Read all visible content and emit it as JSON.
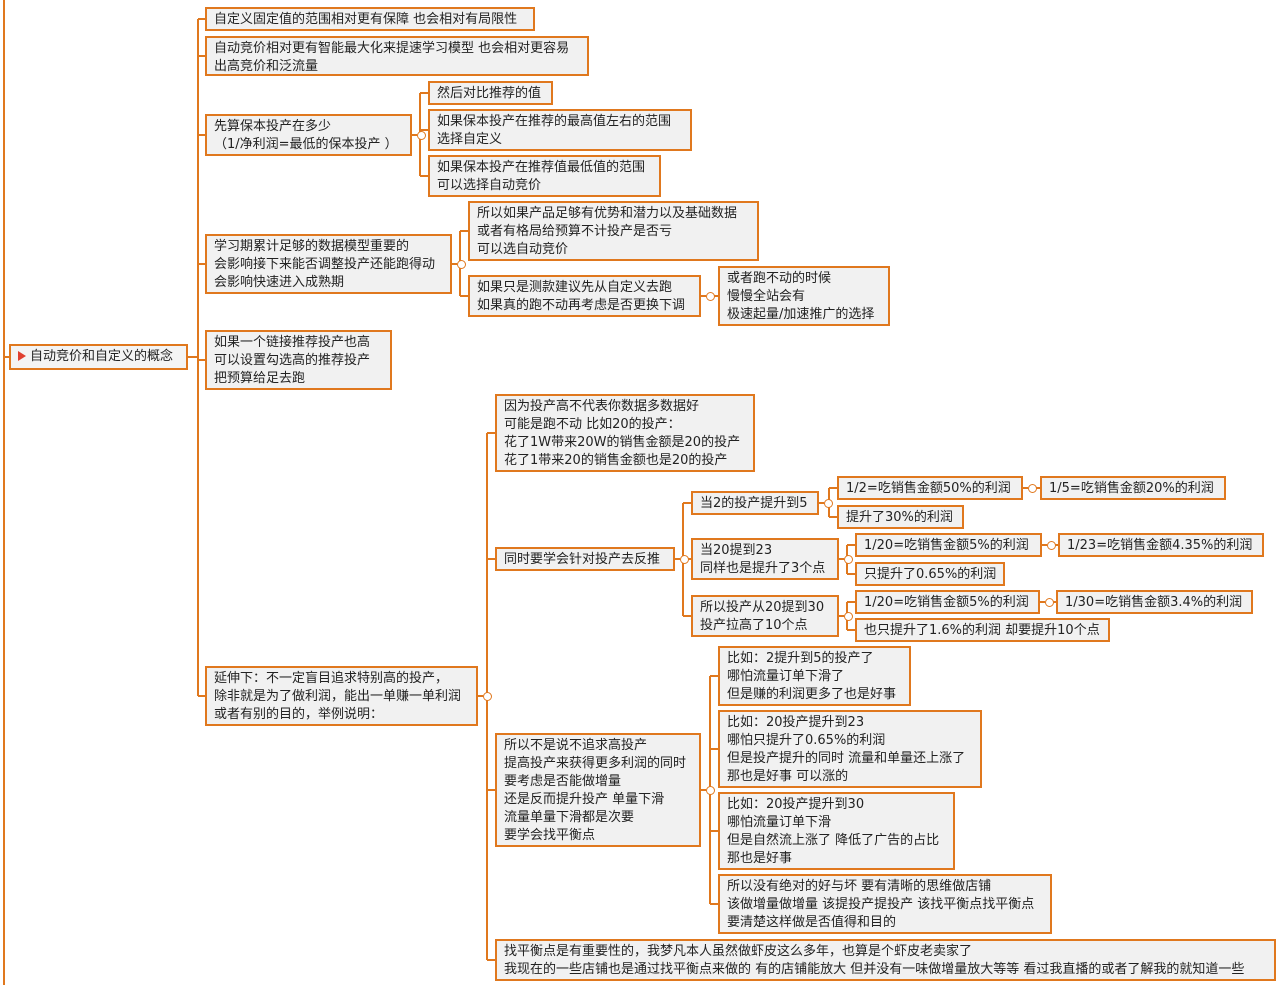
{
  "root": {
    "label": "自动竞价和自定义的概念",
    "icon": "flag-icon",
    "flag_color": "#e04030"
  },
  "branch_color": "#e0781e",
  "nodes": {
    "a1": [
      "自定义固定值的范围相对更有保障 也会相对有局限性"
    ],
    "a2": [
      "自动竞价相对更有智能最大化来提速学习模型 也会相对更容易",
      "出高竞价和泛流量"
    ],
    "a3": [
      "先算保本投产在多少",
      "（1/净利润=最低的保本投产 ）"
    ],
    "a3_1": [
      "然后对比推荐的值"
    ],
    "a3_2": [
      "如果保本投产在推荐的最高值左右的范围",
      "选择自定义"
    ],
    "a3_3": [
      "如果保本投产在推荐值最低值的范围",
      "可以选择自动竞价"
    ],
    "a4": [
      "学习期累计足够的数据模型重要的",
      "会影响接下来能否调整投产还能跑得动",
      "会影响快速进入成熟期"
    ],
    "a4_1": [
      "所以如果产品足够有优势和潜力以及基础数据",
      "或者有格局给预算不计投产是否亏",
      "可以选自动竞价"
    ],
    "a4_2": [
      "如果只是测款建议先从自定义去跑",
      "如果真的跑不动再考虑是否更换下调"
    ],
    "a4_2_1": [
      "或者跑不动的时候",
      "慢慢全站会有",
      "极速起量/加速推广的选择"
    ],
    "a5": [
      "如果一个链接推荐投产也高",
      "可以设置勾选高的推荐投产",
      "把预算给足去跑"
    ],
    "a6": [
      "延伸下：不一定盲目追求特别高的投产，",
      "除非就是为了做利润，能出一单赚一单利润",
      "或者有别的目的，举例说明："
    ],
    "b1": [
      "因为投产高不代表你数据多数据好",
      "可能是跑不动 比如20的投产：",
      "花了1W带来20W的销售金额是20的投产",
      "花了1带来20的销售金额也是20的投产"
    ],
    "b2": [
      "同时要学会针对投产去反推"
    ],
    "c1": [
      "当2的投产提升到5"
    ],
    "c1_1": [
      "1/2=吃销售金额50%的利润"
    ],
    "c1_1_1": [
      "1/5=吃销售金额20%的利润"
    ],
    "c1_2": [
      "提升了30%的利润"
    ],
    "c2": [
      "当20提到23",
      "同样也是提升了3个点"
    ],
    "c2_1": [
      "1/20=吃销售金额5%的利润"
    ],
    "c2_1_1": [
      "1/23=吃销售金额4.35%的利润"
    ],
    "c2_2": [
      "只提升了0.65%的利润"
    ],
    "c3": [
      "所以投产从20提到30",
      "投产拉高了10个点"
    ],
    "c3_1": [
      "1/20=吃销售金额5%的利润"
    ],
    "c3_1_1": [
      "1/30=吃销售金额3.4%的利润"
    ],
    "c3_2": [
      "也只提升了1.6%的利润 却要提升10个点"
    ],
    "b3": [
      "所以不是说不追求高投产",
      "提高投产来获得更多利润的同时",
      "要考虑是否能做增量",
      "还是反而提升投产 单量下滑",
      "流量单量下滑都是次要",
      "要学会找平衡点"
    ],
    "d1": [
      "比如：2提升到5的投产了",
      "哪怕流量订单下滑了",
      "但是赚的利润更多了也是好事"
    ],
    "d2": [
      "比如：20投产提升到23",
      "哪怕只提升了0.65%的利润",
      "但是投产提升的同时 流量和单量还上涨了",
      "那也是好事 可以涨的"
    ],
    "d3": [
      "比如：20投产提升到30",
      "哪怕流量订单下滑",
      "但是自然流上涨了 降低了广告的占比",
      "那也是好事"
    ],
    "d4": [
      "所以没有绝对的好与坏 要有清晰的思维做店铺",
      "该做增量做增量 该提投产提投产 该找平衡点找平衡点",
      "要清楚这样做是否值得和目的"
    ],
    "b4": [
      "找平衡点是有重要性的，我梦凡本人虽然做虾皮这么多年，也算是个虾皮老卖家了",
      "我现在的一些店铺也是通过找平衡点来做的 有的店铺能放大 但并没有一味做增量放大等等 看过我直播的或者了解我的就知道一些"
    ]
  }
}
